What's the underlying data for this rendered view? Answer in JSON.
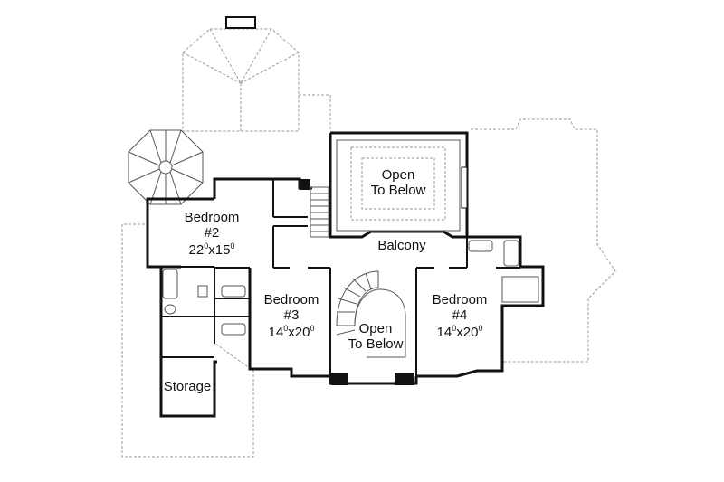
{
  "rooms": {
    "bedroom2": {
      "name": "Bedroom",
      "num": "#2",
      "dim_a": "22",
      "dim_b": "15",
      "sup": "0",
      "sep": "x"
    },
    "bedroom3": {
      "name": "Bedroom",
      "num": "#3",
      "dim_a": "14",
      "dim_b": "20",
      "sup": "0",
      "sep": "x"
    },
    "bedroom4": {
      "name": "Bedroom",
      "num": "#4",
      "dim_a": "14",
      "dim_b": "20",
      "sup": "0",
      "sep": "x"
    },
    "open_top": {
      "line1": "Open",
      "line2": "To Below"
    },
    "open_stair": {
      "line1": "Open",
      "line2": "To Below"
    },
    "balcony": "Balcony",
    "storage": "Storage"
  }
}
